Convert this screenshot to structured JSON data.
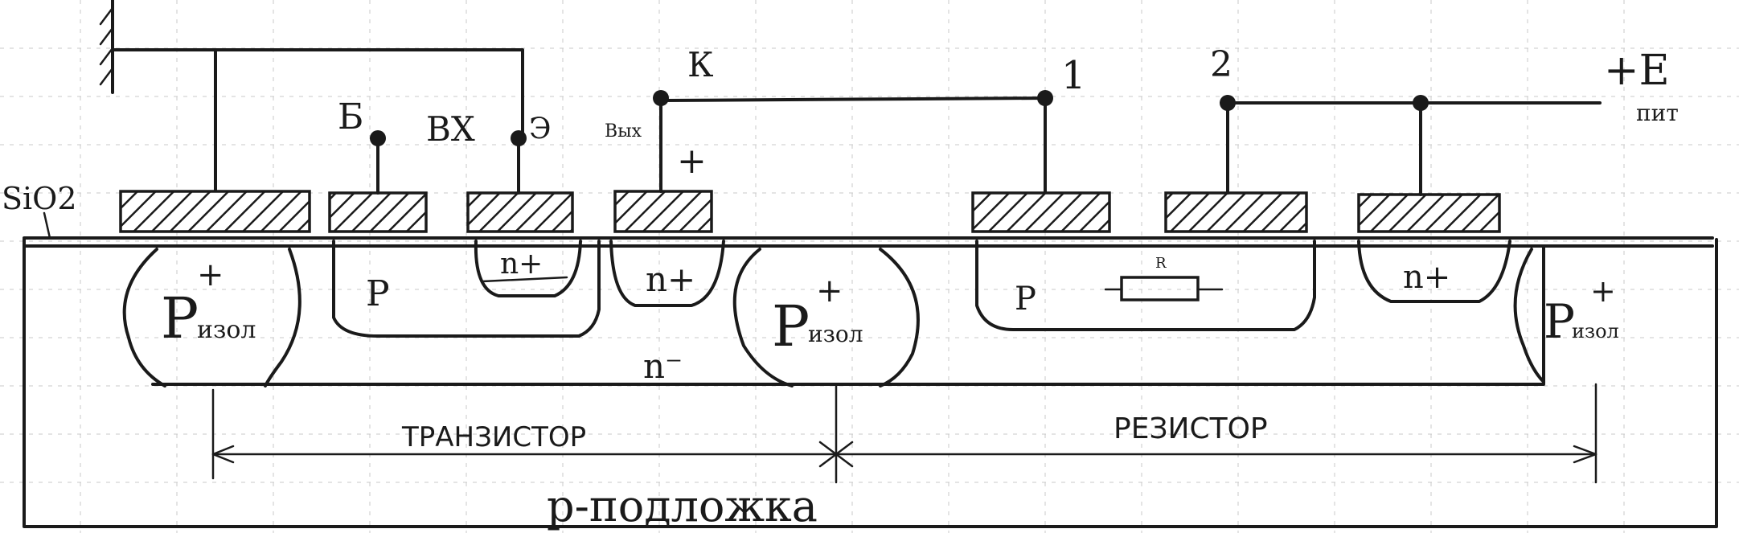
{
  "substrate_label": "SiO2",
  "terminals": {
    "base": "Б",
    "input": "ВХ",
    "emitter": "Э",
    "collector": "К",
    "output": "Вых",
    "plus": "+",
    "node_1": "1",
    "node_2": "2",
    "supply": "+E",
    "supply_sub": "пит"
  },
  "regions": {
    "p_iso_left": "P",
    "p_iso_left_sub": "изол",
    "p_iso_center": "P",
    "p_iso_center_sub": "изол",
    "p_iso_right": "P",
    "p_iso_right_sub": "изол",
    "plus_mark": "+",
    "p_transistor": "P",
    "n_plus_emitter": "n+",
    "n_plus_collector": "n+",
    "n_minus": "n⁻",
    "p_resistor": "P",
    "resistor_symbol": "R",
    "n_plus_right": "n+"
  },
  "dimension_labels": {
    "transistor": "ТРАНЗИСТОР",
    "resistor": "РЕЗИСТОР",
    "substrate": "р-подложка"
  }
}
